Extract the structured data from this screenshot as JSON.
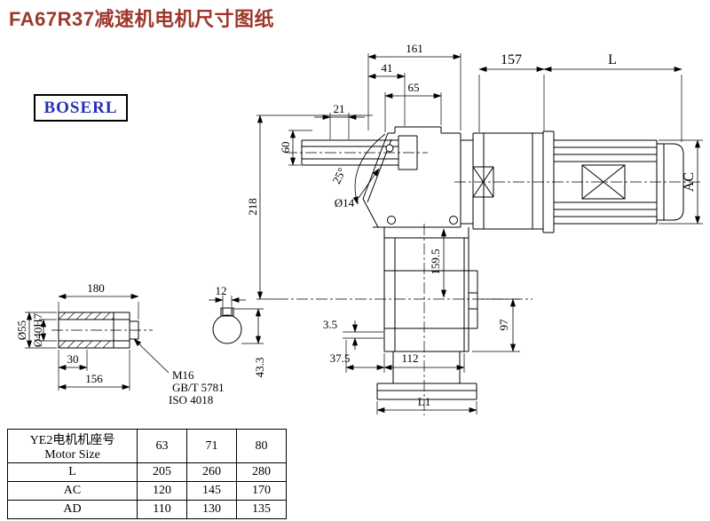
{
  "title": "FA67R37减速机电机尺寸图纸",
  "logo": "BOSERL",
  "main_dims": {
    "top_161": "161",
    "top_41": "41",
    "top_65": "65",
    "top_21": "21",
    "left_60": "60",
    "left_218": "218",
    "shaft_dia": "Ø14",
    "angle": "25°",
    "motor_157": "157",
    "motor_L": "L",
    "motor_AC": "AC",
    "body_159_5": "159.5",
    "body_97": "97",
    "bottom_3_5": "3.5",
    "bottom_37_5": "37.5",
    "bottom_112": "112",
    "bottom_L1": "L1"
  },
  "shaft_dims": {
    "len_180": "180",
    "key_12": "12",
    "dia_55": "Ø55",
    "dia_40": "Ø40H7",
    "len_30": "30",
    "len_156": "156",
    "thread": "M16",
    "std1": "GB/T 5781",
    "std2": "ISO 4018",
    "key_43_3": "43.3"
  },
  "table": {
    "col0_line1": "YE2电机机座号",
    "col0_line2": "Motor Size",
    "headers": [
      "63",
      "71",
      "80"
    ],
    "rows": [
      {
        "label": "L",
        "values": [
          "205",
          "260",
          "280"
        ]
      },
      {
        "label": "AC",
        "values": [
          "120",
          "145",
          "170"
        ]
      },
      {
        "label": "AD",
        "values": [
          "110",
          "130",
          "135"
        ]
      }
    ]
  }
}
